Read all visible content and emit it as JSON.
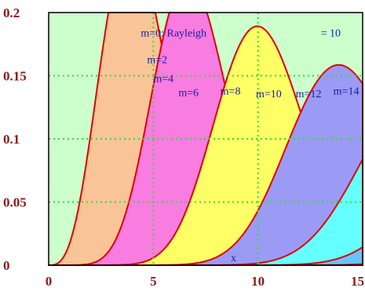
{
  "chart_data": {
    "type": "area",
    "title": "",
    "xlabel": "x",
    "ylabel": "",
    "xlim": [
      0,
      15
    ],
    "ylim": [
      0,
      0.2
    ],
    "x_ticks": [
      "0",
      "5",
      "10",
      "15"
    ],
    "y_ticks": [
      "0",
      "0.05",
      "0.1",
      "0.15",
      "0.2"
    ],
    "grid": true,
    "annotations": [
      {
        "text": "m=0:  Rayleigh",
        "x": 4.4,
        "y": 0.181
      },
      {
        "text": "=  10",
        "x": 13.0,
        "y": 0.181
      },
      {
        "text": "m=2",
        "x": 4.7,
        "y": 0.16
      },
      {
        "text": "m=4",
        "x": 5.0,
        "y": 0.145
      },
      {
        "text": "m=6",
        "x": 6.2,
        "y": 0.134
      },
      {
        "text": "m=8",
        "x": 8.2,
        "y": 0.135
      },
      {
        "text": "m=10",
        "x": 9.9,
        "y": 0.133
      },
      {
        "text": "m=12",
        "x": 11.8,
        "y": 0.133
      },
      {
        "text": "m=14",
        "x": 13.6,
        "y": 0.135
      }
    ],
    "series": [
      {
        "m": 0,
        "sigma": 3.2,
        "fill": "#f9c497"
      },
      {
        "m": 2,
        "sigma": 3.55,
        "fill": "#f97ce0"
      },
      {
        "m": 4,
        "sigma": 4.25,
        "fill": "#ffff66"
      },
      {
        "m": 6,
        "sigma": 5.06,
        "fill": "#9b9bf5"
      },
      {
        "m": 8,
        "sigma": 5.78,
        "fill": "#66ffff"
      },
      {
        "m": 10,
        "sigma": 6.24,
        "fill": "#66c4ff"
      },
      {
        "m": 12,
        "sigma": 6.7,
        "fill": "#00ff00"
      },
      {
        "m": 14,
        "sigma": 7.33,
        "fill": "#00c896"
      }
    ],
    "line_color": "#e00000",
    "plot_background": "#ccffcc",
    "grid_color": "#33dd33",
    "tick_color": "#8b1a1a"
  }
}
